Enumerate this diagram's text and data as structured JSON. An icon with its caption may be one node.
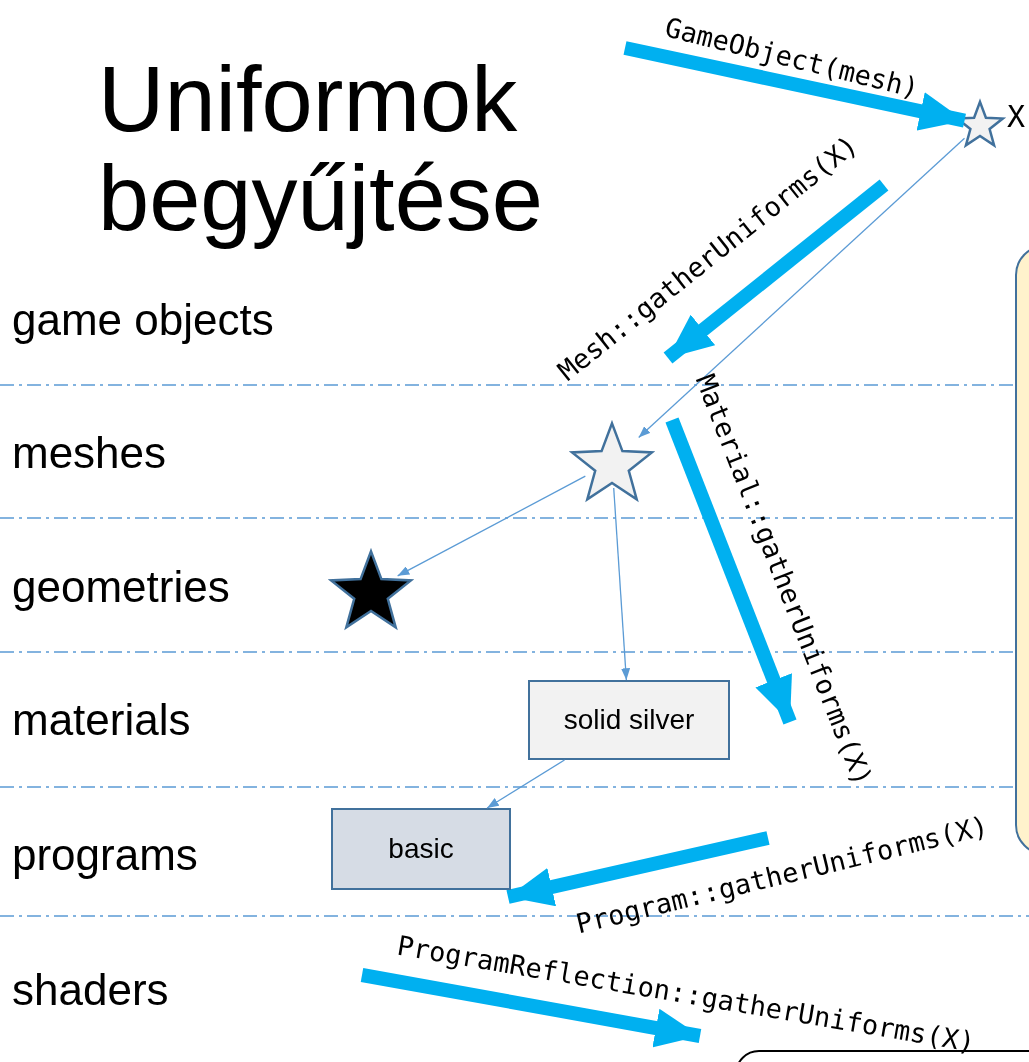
{
  "diagram": {
    "title": "Uniformok begyűjtése",
    "nodes": [
      {
        "text": [],
        "shape": "star",
        "beside": [
          "X"
        ]
      },
      {
        "text": [],
        "shape": "star"
      },
      {
        "text": [],
        "shape": "star"
      },
      {
        "text": [
          "solid silver"
        ]
      },
      {
        "text": [
          "basic"
        ]
      },
      {
        "text": [],
        "shape": "box"
      },
      {
        "text": [],
        "shape": "box"
      }
    ],
    "edges": [
      {
        "from": 0,
        "to": 1,
        "arrow": "to"
      },
      {
        "from": 1,
        "to": 2,
        "arrow": "to"
      },
      {
        "from": 1,
        "to": 3,
        "arrow": "to"
      },
      {
        "from": 3,
        "to": 4,
        "arrow": "to"
      },
      {
        "from": null,
        "to": 0,
        "arrow": "to",
        "label": "GameObject(mesh)",
        "style": "thick",
        "color": "#00b0f0"
      }
    ],
    "labels": [
      "Mesh::gatherUniforms(X)",
      "game objects",
      "meshes",
      "Material::gatherUniforms(X)",
      "geometries",
      "materials",
      "Program::gatherUniforms(X)",
      "programs",
      "ProgramReflection::gatherUniforms(X)",
      "shaders"
    ]
  }
}
